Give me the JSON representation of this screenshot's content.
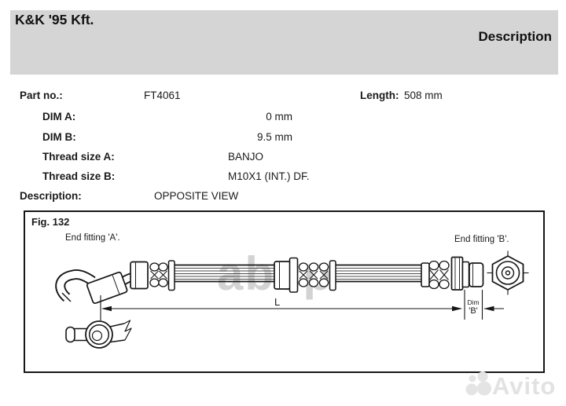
{
  "header": {
    "company": "K&K '95 Kft.",
    "title": "Description"
  },
  "specs": {
    "part_no_label": "Part no.:",
    "part_no": "FT4061",
    "length_label": "Length:",
    "length": "508 mm",
    "dim_a_label": "DIM A:",
    "dim_a": "0 mm",
    "dim_b_label": "DIM B:",
    "dim_b": "9.5 mm",
    "thread_a_label": "Thread size A:",
    "thread_a": "BANJO",
    "thread_b_label": "Thread size B:",
    "thread_b": "M10X1 (INT.) DF.",
    "description_label": "Description:",
    "description": "OPPOSITE VIEW"
  },
  "figure": {
    "fig_label": "Fig. 132",
    "end_fitting_a": "End fitting 'A'.",
    "end_fitting_b": "End fitting 'B'.",
    "dim_length": "L",
    "dim_b_line1": "Dim",
    "dim_b_line2": "'B'"
  },
  "watermarks": {
    "center": "abcp",
    "bottom_right": "Avito"
  },
  "colors": {
    "header_bg": "#d5d5d5",
    "line": "#161616",
    "watermark_center": "#c9c9c9",
    "watermark_avito": "#e2e2e2"
  }
}
